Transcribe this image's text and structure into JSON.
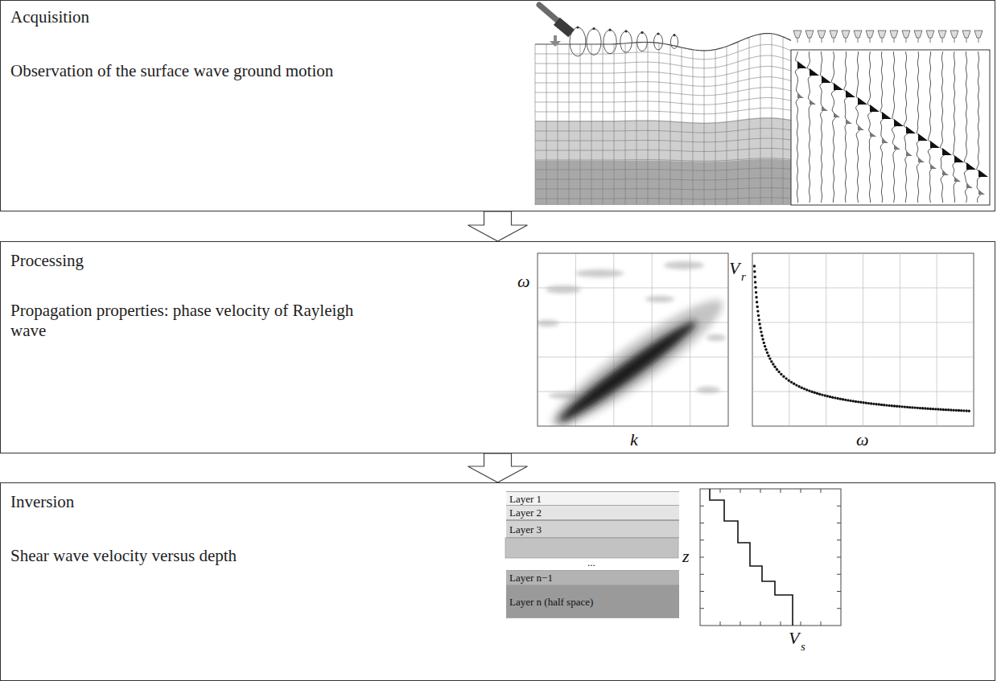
{
  "diagram": {
    "nodes": [
      {
        "text": [
          "Acquisition",
          "Observation of the surface wave ground motion"
        ]
      },
      {
        "text": [
          "Processing",
          "Propagation properties: phase velocity of Rayleigh wave"
        ]
      },
      {
        "text": [
          "Inversion",
          "Shear wave velocity versus depth"
        ]
      },
      {
        "text": [
          "Layer 1"
        ],
        "in": 2
      },
      {
        "text": [
          "Layer 2"
        ],
        "in": 2
      },
      {
        "text": [
          "Layer 3"
        ],
        "in": 2
      },
      {
        "text": [
          "Layer n−1"
        ],
        "in": 2
      },
      {
        "text": [
          "Layer n (half space)"
        ],
        "in": 2
      }
    ],
    "edges": [
      {
        "from": 0,
        "to": 1,
        "arrow": "to"
      },
      {
        "from": 1,
        "to": 2,
        "arrow": "to"
      }
    ],
    "labels": [
      "ω",
      "k",
      "V",
      "r",
      "ω",
      "...",
      "z",
      "V",
      "s"
    ]
  }
}
